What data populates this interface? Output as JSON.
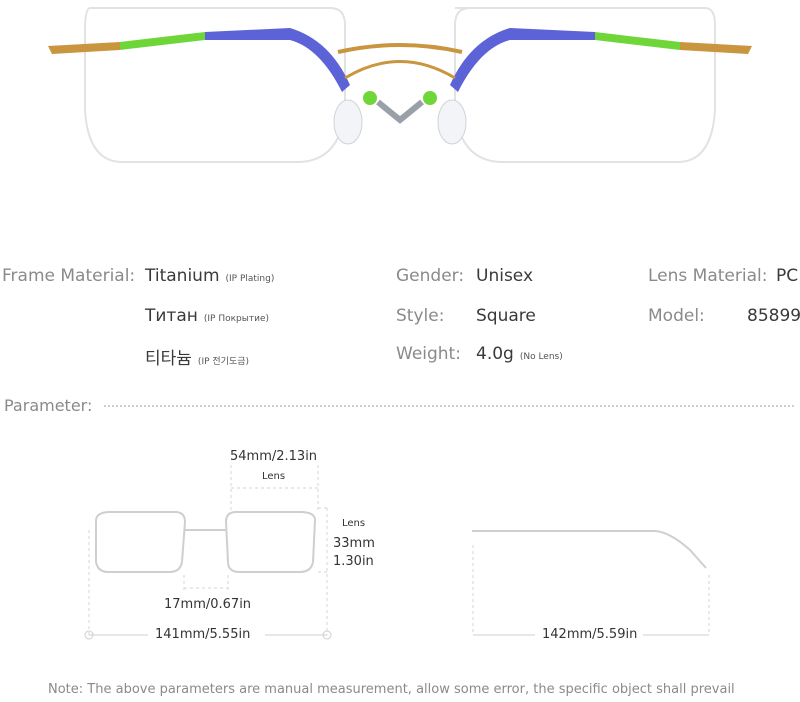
{
  "specs": {
    "frame_material_label": "Frame Material:",
    "frame_material_en": "Titanium",
    "frame_material_en_note": "IP Plating",
    "frame_material_ru": "Титан",
    "frame_material_ru_note": "IP Покрытие",
    "frame_material_ko": "티타늄",
    "frame_material_ko_note": "IP 전기도금",
    "gender_label": "Gender:",
    "gender_value": "Unisex",
    "style_label": "Style:",
    "style_value": "Square",
    "weight_label": "Weight:",
    "weight_value": "4.0g",
    "weight_note": "No Lens",
    "lens_material_label": "Lens Material:",
    "lens_material_value": "PC",
    "model_label": "Model:",
    "model_value": "85899"
  },
  "parameter": {
    "heading": "Parameter:",
    "lens_width": "54mm/2.13in",
    "lens_width_caption": "Lens",
    "lens_height_caption": "Lens",
    "lens_height_mm": "33mm",
    "lens_height_in": "1.30in",
    "bridge": "17mm/0.67in",
    "frame_width": "141mm/5.55in",
    "temple_length": "142mm/5.59in"
  },
  "note": "Note: The above parameters are manual measurement, allow some error, the specific object shall prevail",
  "colors": {
    "frame_gold": "#c9953f",
    "temple_blue": "#5b63d6",
    "temple_green": "#6fd63a",
    "outline_gray": "#c8c8c8"
  }
}
